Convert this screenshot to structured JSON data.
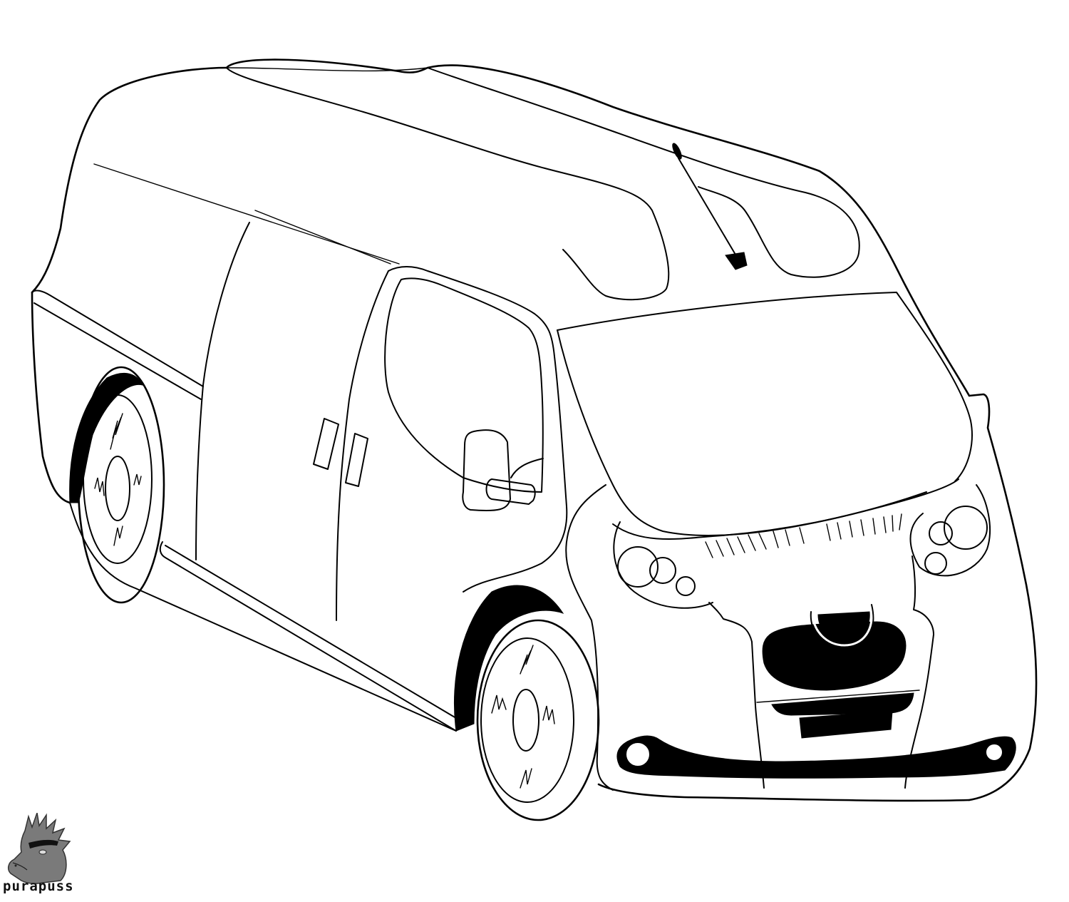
{
  "image": {
    "subject": "van line-art drawing",
    "style": "black and white coloring page",
    "background_color": "#ffffff",
    "line_color": "#000000"
  },
  "watermark": {
    "text": "purapuss",
    "logo": "horse-head-logo"
  }
}
